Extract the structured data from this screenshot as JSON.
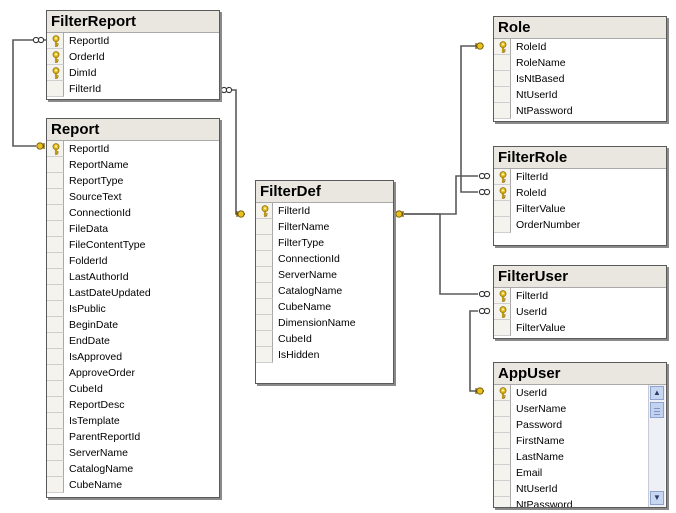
{
  "diagram": {
    "tables": [
      {
        "id": "filterreport",
        "title": "FilterReport",
        "columns": [
          {
            "name": "ReportId",
            "key": true
          },
          {
            "name": "OrderId",
            "key": true
          },
          {
            "name": "DimId",
            "key": true
          },
          {
            "name": "FilterId",
            "key": false
          }
        ]
      },
      {
        "id": "report",
        "title": "Report",
        "columns": [
          {
            "name": "ReportId",
            "key": true
          },
          {
            "name": "ReportName",
            "key": false
          },
          {
            "name": "ReportType",
            "key": false
          },
          {
            "name": "SourceText",
            "key": false
          },
          {
            "name": "ConnectionId",
            "key": false
          },
          {
            "name": "FileData",
            "key": false
          },
          {
            "name": "FileContentType",
            "key": false
          },
          {
            "name": "FolderId",
            "key": false
          },
          {
            "name": "LastAuthorId",
            "key": false
          },
          {
            "name": "LastDateUpdated",
            "key": false
          },
          {
            "name": "IsPublic",
            "key": false
          },
          {
            "name": "BeginDate",
            "key": false
          },
          {
            "name": "EndDate",
            "key": false
          },
          {
            "name": "IsApproved",
            "key": false
          },
          {
            "name": "ApproveOrder",
            "key": false
          },
          {
            "name": "CubeId",
            "key": false
          },
          {
            "name": "ReportDesc",
            "key": false
          },
          {
            "name": "IsTemplate",
            "key": false
          },
          {
            "name": "ParentReportId",
            "key": false
          },
          {
            "name": "ServerName",
            "key": false
          },
          {
            "name": "CatalogName",
            "key": false
          },
          {
            "name": "CubeName",
            "key": false
          }
        ]
      },
      {
        "id": "filterdef",
        "title": "FilterDef",
        "columns": [
          {
            "name": "FilterId",
            "key": true
          },
          {
            "name": "FilterName",
            "key": false
          },
          {
            "name": "FilterType",
            "key": false
          },
          {
            "name": "ConnectionId",
            "key": false
          },
          {
            "name": "ServerName",
            "key": false
          },
          {
            "name": "CatalogName",
            "key": false
          },
          {
            "name": "CubeName",
            "key": false
          },
          {
            "name": "DimensionName",
            "key": false
          },
          {
            "name": "CubeId",
            "key": false
          },
          {
            "name": "IsHidden",
            "key": false
          }
        ]
      },
      {
        "id": "role",
        "title": "Role",
        "columns": [
          {
            "name": "RoleId",
            "key": true
          },
          {
            "name": "RoleName",
            "key": false
          },
          {
            "name": "IsNtBased",
            "key": false
          },
          {
            "name": "NtUserId",
            "key": false
          },
          {
            "name": "NtPassword",
            "key": false
          }
        ]
      },
      {
        "id": "filterrole",
        "title": "FilterRole",
        "columns": [
          {
            "name": "FilterId",
            "key": true
          },
          {
            "name": "RoleId",
            "key": true
          },
          {
            "name": "FilterValue",
            "key": false
          },
          {
            "name": "OrderNumber",
            "key": false
          }
        ]
      },
      {
        "id": "filteruser",
        "title": "FilterUser",
        "columns": [
          {
            "name": "FilterId",
            "key": true
          },
          {
            "name": "UserId",
            "key": true
          },
          {
            "name": "FilterValue",
            "key": false
          }
        ]
      },
      {
        "id": "appuser",
        "title": "AppUser",
        "columns": [
          {
            "name": "UserId",
            "key": true
          },
          {
            "name": "UserName",
            "key": false
          },
          {
            "name": "Password",
            "key": false
          },
          {
            "name": "FirstName",
            "key": false
          },
          {
            "name": "LastName",
            "key": false
          },
          {
            "name": "Email",
            "key": false
          },
          {
            "name": "NtUserId",
            "key": false
          },
          {
            "name": "NtPassword",
            "key": false
          }
        ]
      }
    ],
    "colors": {
      "header": "#e9e7e0",
      "border": "#5a5a5a",
      "line": "#5a5a5a",
      "key_gold": "#e8c020"
    },
    "icons": {
      "primary_key": "key-icon",
      "relationship_one": "key-icon",
      "relationship_many": "infinity-icon"
    }
  }
}
